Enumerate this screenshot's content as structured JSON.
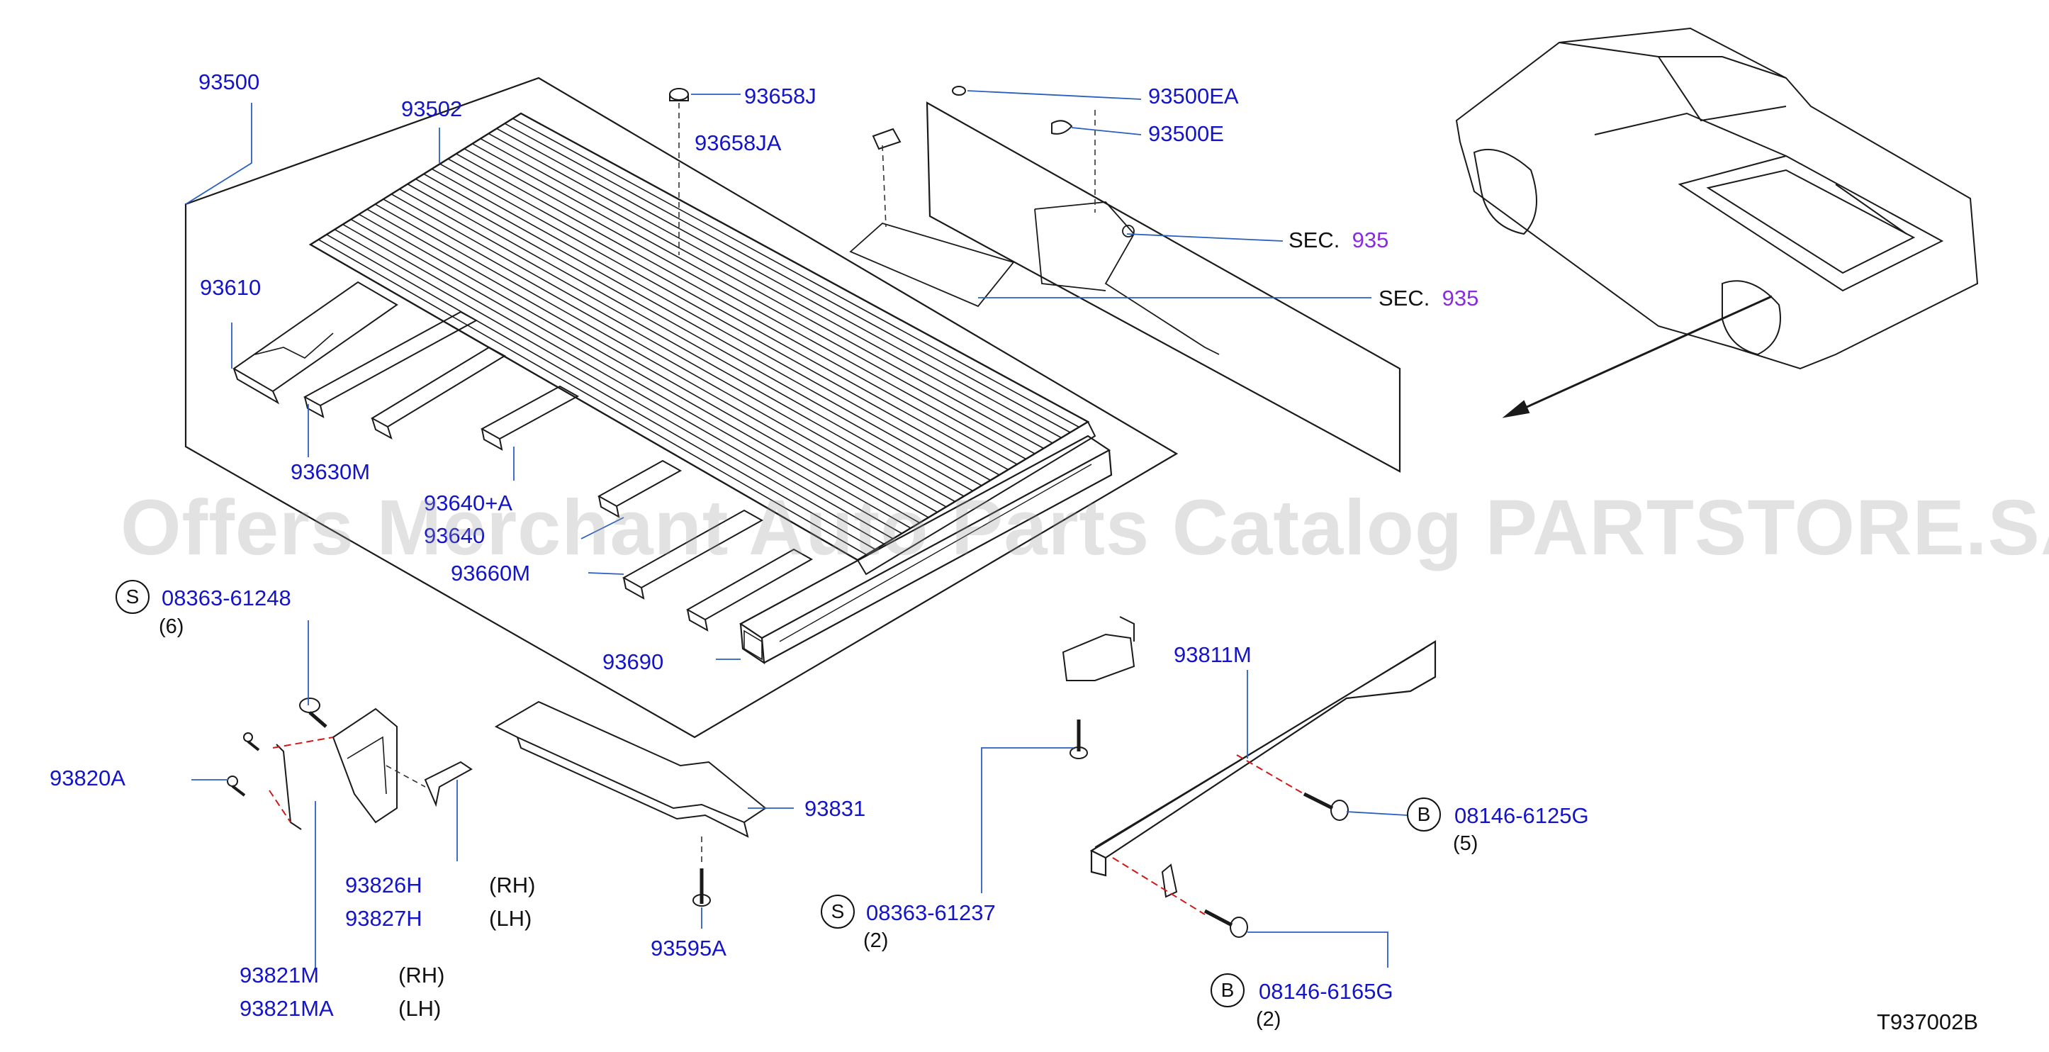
{
  "watermark": "Offers Merchant Auto Parts Catalog PARTSTORE.SA",
  "diagram_code": "T937002B",
  "colors": {
    "part_number": "#1414c8",
    "section_ref": "#8a2be2",
    "line": "#1a1a1a",
    "leader": "#2a5fc0",
    "dash_red": "#d01818"
  },
  "parts": {
    "p93500": "93500",
    "p93502": "93502",
    "p93658J": "93658J",
    "p93658JA": "93658JA",
    "p93500EA": "93500EA",
    "p93500E": "93500E",
    "p93610": "93610",
    "p93630M": "93630M",
    "p93640A": "93640+A",
    "p93640": "93640",
    "p93660M": "93660M",
    "p93690": "93690",
    "p93820A": "93820A",
    "p93826H": "93826H",
    "p93827H": "93827H",
    "p93821M": "93821M",
    "p93821MA": "93821MA",
    "p93831": "93831",
    "p93595A": "93595A",
    "p93811M": "93811M"
  },
  "sides": {
    "rh": "(RH)",
    "lh": "(LH)"
  },
  "section_refs": [
    {
      "prefix": "SEC.",
      "number": "935"
    },
    {
      "prefix": "SEC.",
      "number": "935"
    }
  ],
  "fasteners": {
    "s1": {
      "symbol": "S",
      "number": "08363-61248",
      "qty": "(6)"
    },
    "s2": {
      "symbol": "S",
      "number": "08363-61237",
      "qty": "(2)"
    },
    "b1": {
      "symbol": "B",
      "number": "08146-6125G",
      "qty": "(5)"
    },
    "b2": {
      "symbol": "B",
      "number": "08146-6165G",
      "qty": "(2)"
    }
  }
}
